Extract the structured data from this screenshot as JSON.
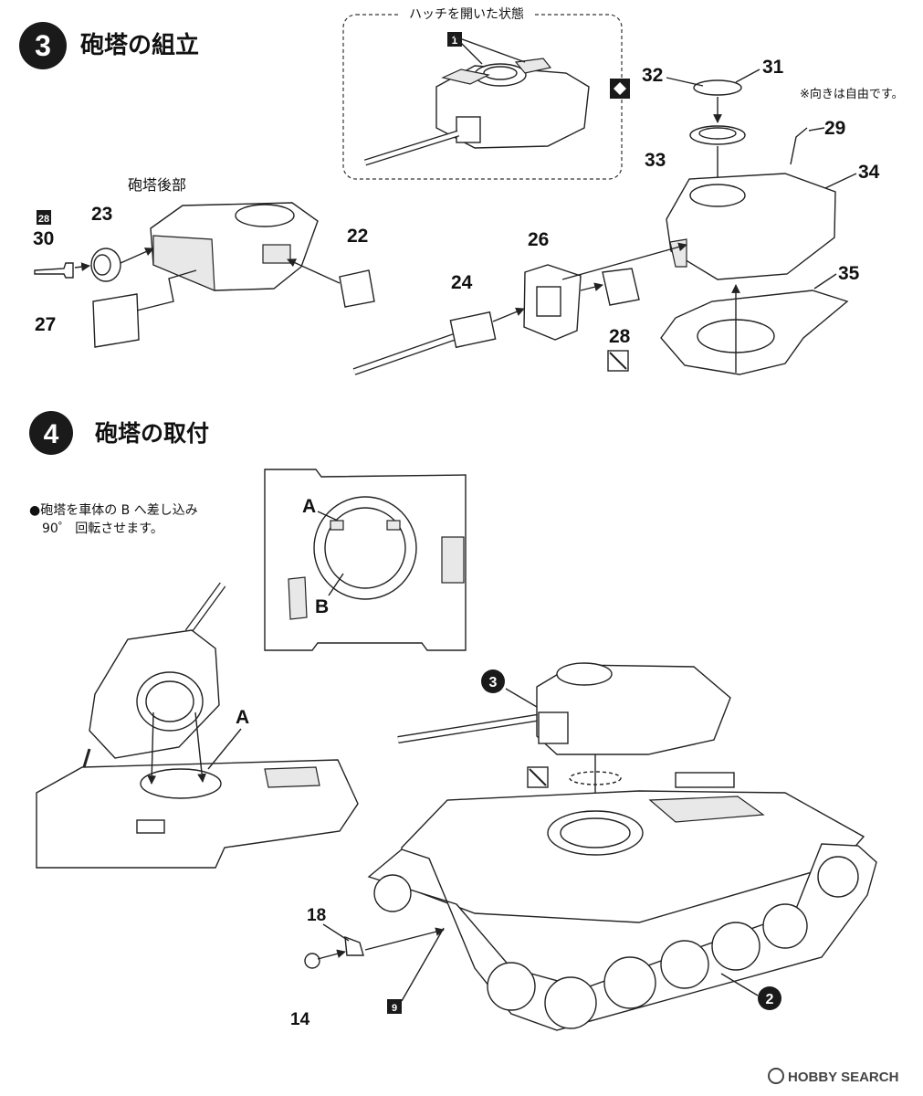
{
  "step3": {
    "number": "3",
    "title": "砲塔の組立",
    "hatch_open_caption": "ハッチを開いた状態",
    "hatch_ref_tag": "1",
    "rear_caption": "砲塔後部",
    "ref_tag_28": "28",
    "note": "※向きは自由です。",
    "parts": [
      "22",
      "23",
      "24",
      "26",
      "27",
      "28",
      "29",
      "30",
      "31",
      "32",
      "33",
      "34",
      "35"
    ]
  },
  "step4": {
    "number": "4",
    "title": "砲塔の取付",
    "instruction_line1": "●砲塔を車体の B へ差し込み",
    "instruction_line2": "90゜ 回転させます。",
    "label_A": "A",
    "label_B": "B",
    "label_A2": "A",
    "ref_turret": "3",
    "ref_hull": "2",
    "ref_tag_9": "9",
    "parts": [
      "18",
      "14"
    ]
  },
  "watermark": "HOBBY SEARCH",
  "colors": {
    "ink": "#1a1a1a",
    "badge": "#1a1a1a",
    "badge_text": "#ffffff",
    "tone": "#e8e8e8"
  }
}
